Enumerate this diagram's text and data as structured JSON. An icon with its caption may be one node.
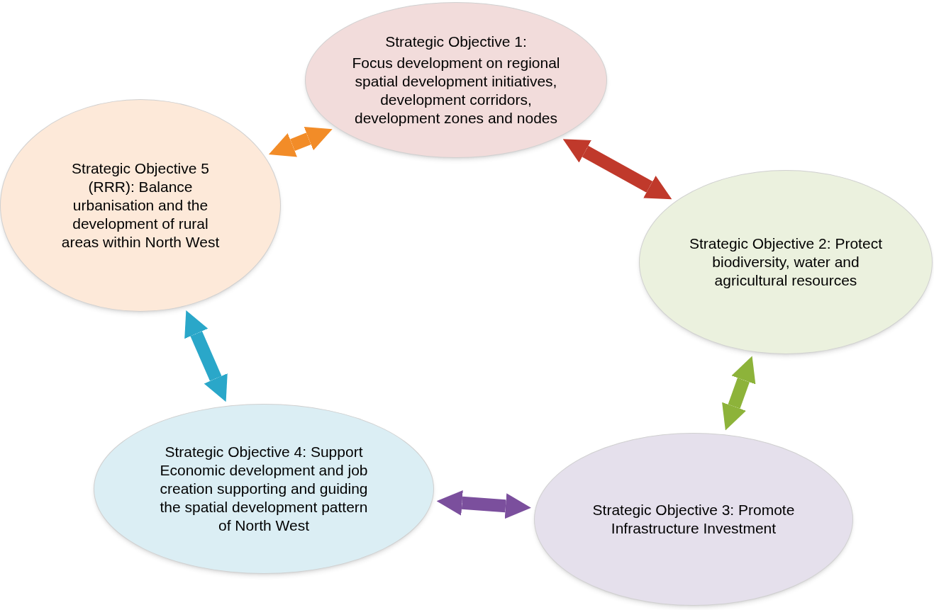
{
  "diagram": {
    "nodes": [
      {
        "text": [
          "Strategic Objective 1:",
          "Focus development on regional spatial development initiatives, development corridors, development zones and nodes"
        ]
      },
      {
        "text": [
          "Strategic Objective 2: Protect biodiversity, water and agricultural resources"
        ]
      },
      {
        "text": [
          "Strategic Objective 3: Promote Infrastructure Investment"
        ]
      },
      {
        "text": [
          "Strategic Objective 4: Support Economic development and job creation supporting and guiding the spatial development pattern of North West"
        ]
      },
      {
        "text": [
          "Strategic Objective 5 (RRR): Balance urbanisation and the development of rural areas within North West"
        ]
      }
    ],
    "edges": [
      {
        "from": 4,
        "to": 0,
        "arrow": "both",
        "color": "#f28c28"
      },
      {
        "from": 0,
        "to": 1,
        "arrow": "both",
        "color": "#c0392b"
      },
      {
        "from": 1,
        "to": 2,
        "arrow": "both",
        "color": "#8db33a"
      },
      {
        "from": 2,
        "to": 3,
        "arrow": "both",
        "color": "#7b4f9d"
      },
      {
        "from": 3,
        "to": 4,
        "arrow": "both",
        "color": "#2aa7c9"
      }
    ]
  }
}
